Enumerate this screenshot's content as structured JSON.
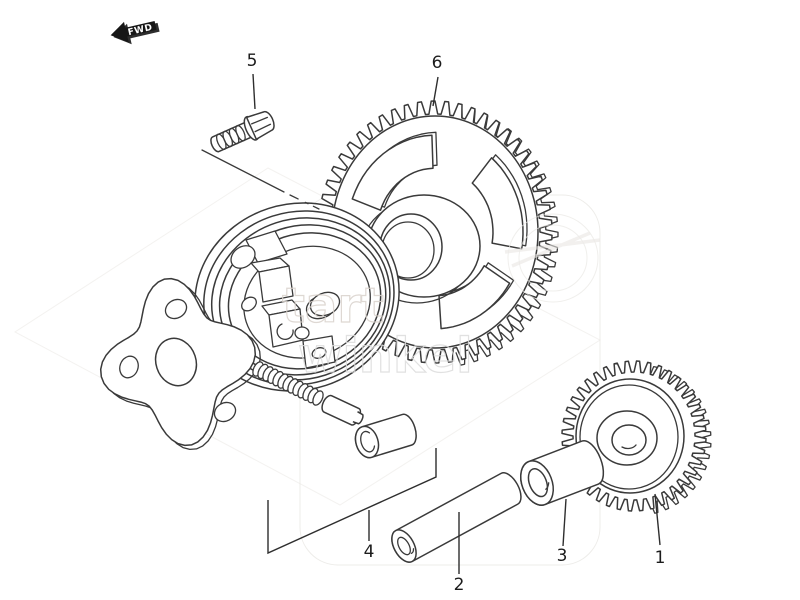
{
  "page": {
    "background": "#ffffff",
    "line_color": "#3a3a3a",
    "label_color": "#1c1c1c"
  },
  "direction_indicator": {
    "label": "FWD"
  },
  "callouts": [
    {
      "num": "1"
    },
    {
      "num": "2"
    },
    {
      "num": "3"
    },
    {
      "num": "4"
    },
    {
      "num": "5"
    },
    {
      "num": "6"
    }
  ],
  "watermark": {
    "text_upper": "tart",
    "text_lower": "winkel"
  }
}
